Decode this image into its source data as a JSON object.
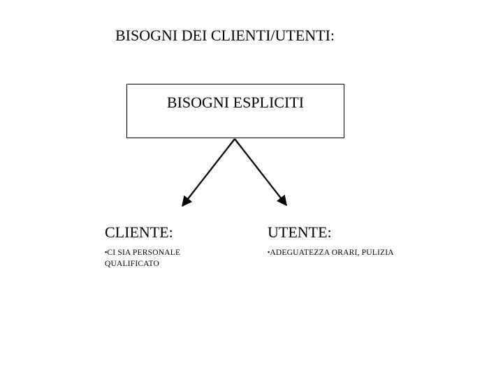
{
  "slide": {
    "colors": {
      "background": "#ffffff",
      "text": "#000000",
      "line": "#000000"
    },
    "title": "BISOGNI DEI CLIENTI/UTENTI:",
    "box": {
      "label": "BISOGNI ESPLICITI"
    },
    "bullet_marker": "▪",
    "columns": [
      {
        "heading": "CLIENTE:",
        "bullet_text": "CI SIA PERSONALE QUALIFICATO"
      },
      {
        "heading": "UTENTE:",
        "bullet_text": "ADEGUATEZZA ORARI, PULIZIA"
      }
    ]
  }
}
